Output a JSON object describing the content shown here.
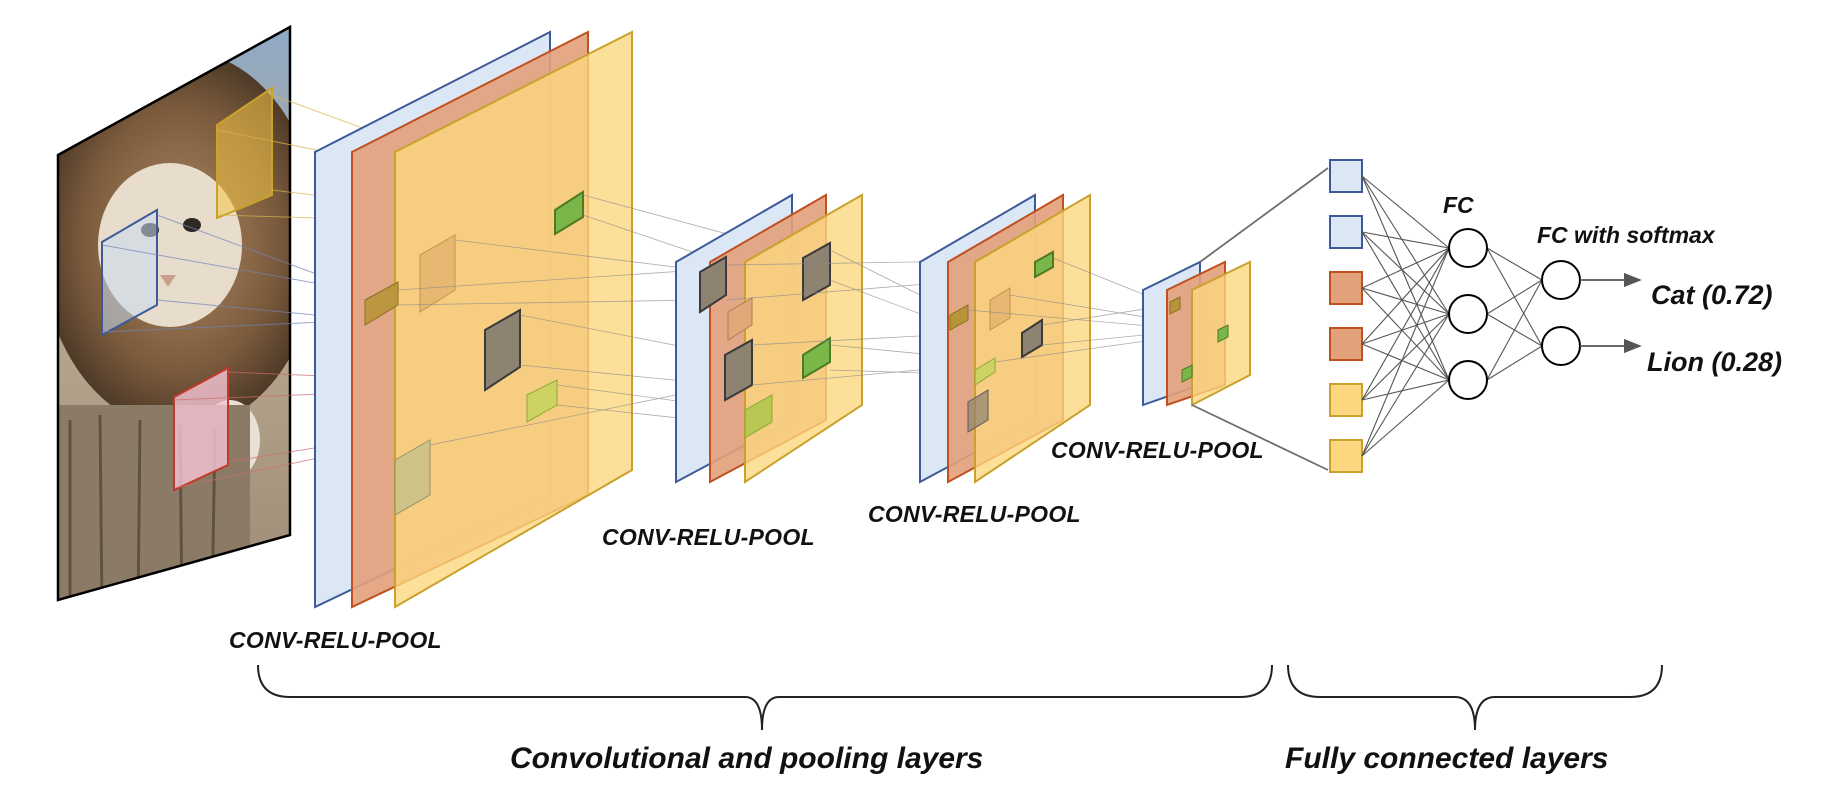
{
  "labels": {
    "conv_stage_1": "CONV-RELU-POOL",
    "conv_stage_2": "CONV-RELU-POOL",
    "conv_stage_3": "CONV-RELU-POOL",
    "conv_stage_4": "CONV-RELU-POOL",
    "fc": "FC",
    "fc_softmax": "FC with softmax",
    "group_conv": "Convolutional and pooling layers",
    "group_fc": "Fully connected layers"
  },
  "outputs": [
    {
      "label": "Cat (0.72)"
    },
    {
      "label": "Lion (0.28)"
    }
  ],
  "colors": {
    "blue_fill": "#dbe7f4",
    "blue_stroke": "#3c5a99",
    "orange_fill": "#e2a07b",
    "orange_stroke": "#c0501e",
    "yellow_fill": "#fbd77f",
    "yellow_stroke": "#c9a12b",
    "green_fill": "#7ab648",
    "line": "#777777"
  },
  "icons": {
    "input_image": "photo-of-cat-with-lion-mane"
  }
}
